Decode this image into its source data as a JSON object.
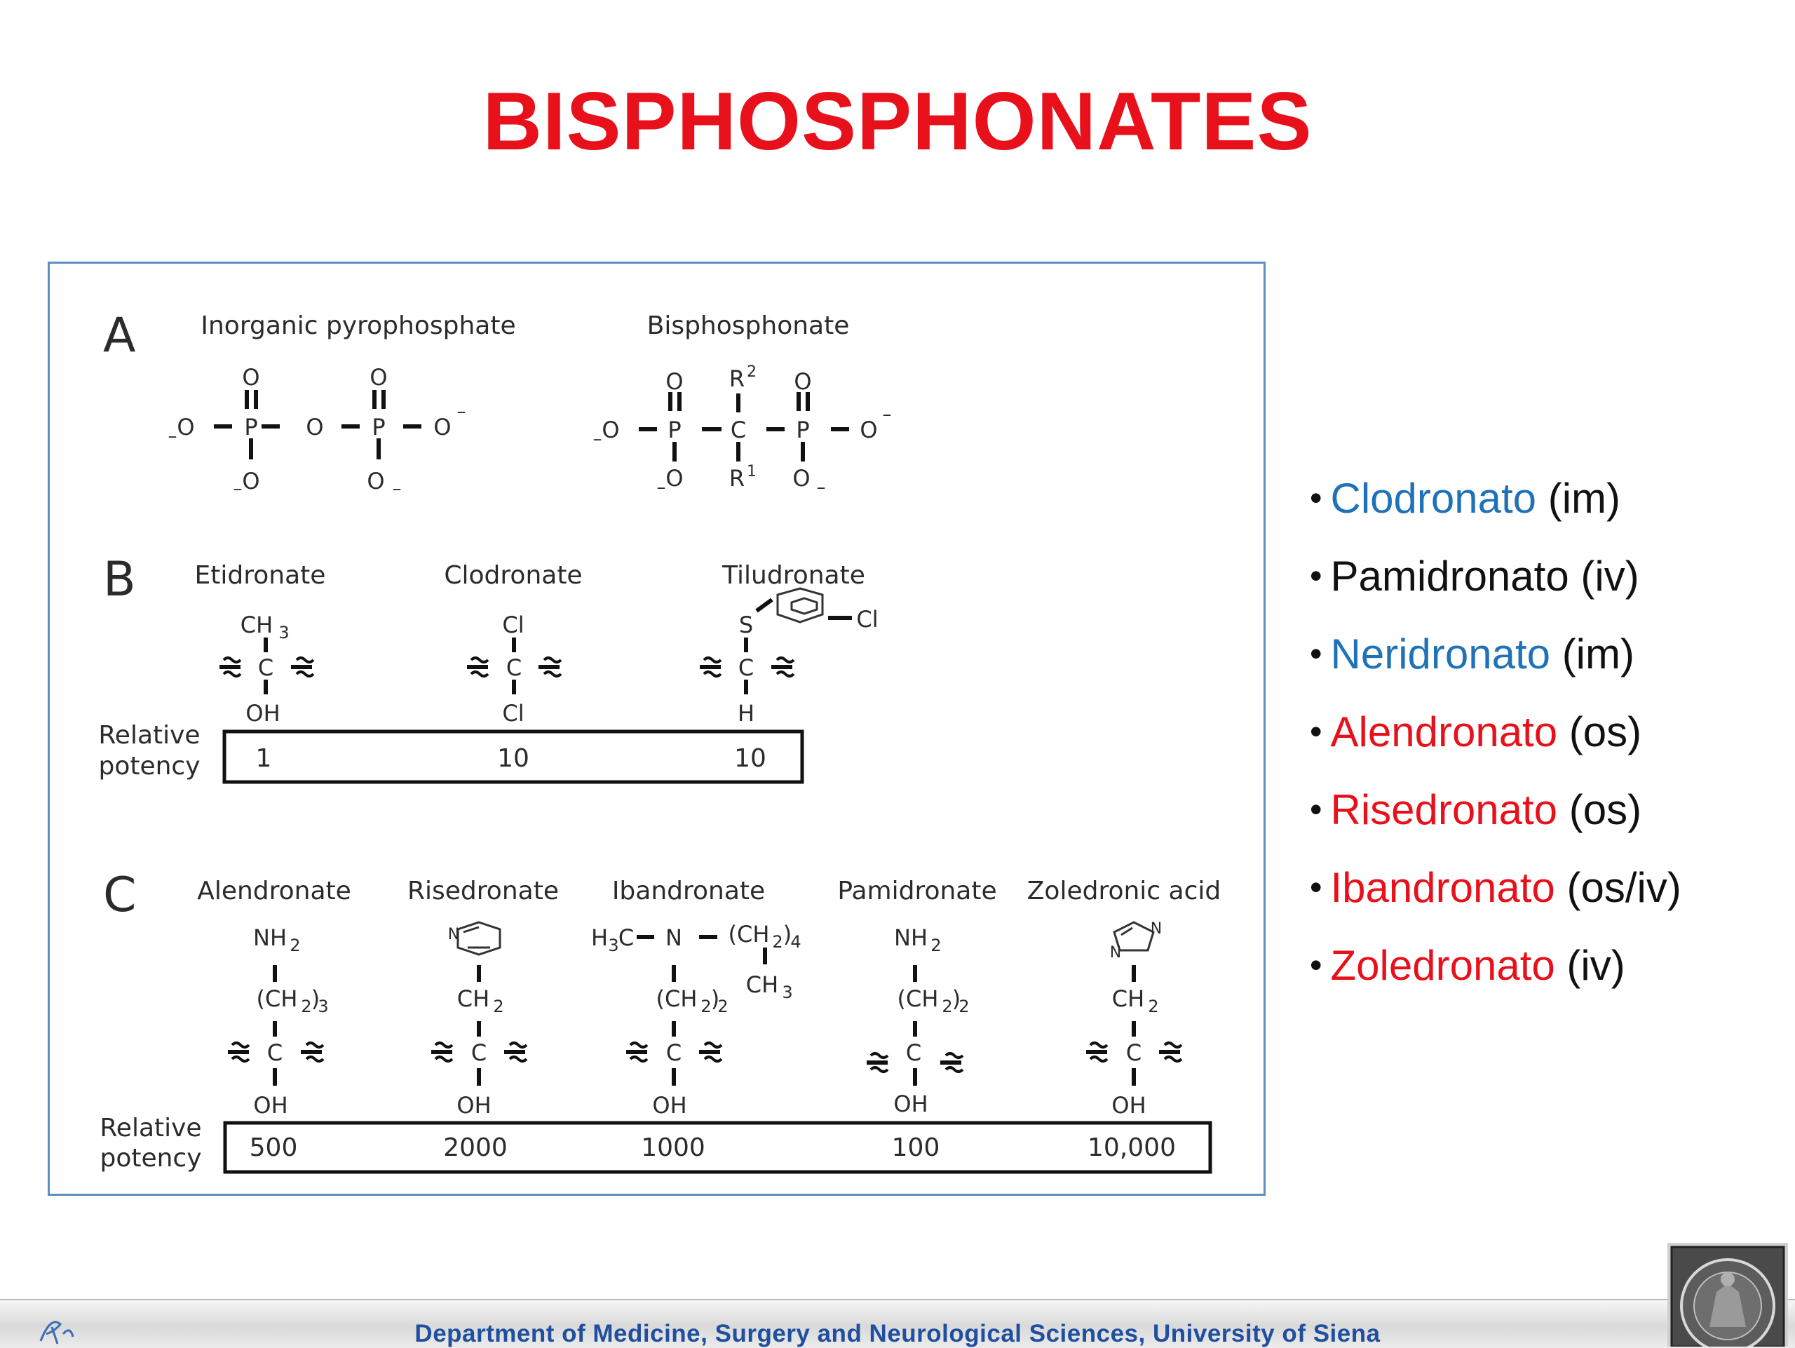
{
  "slide": {
    "title": "BISPHOSPHONATES"
  },
  "figure": {
    "panel_a": {
      "letter": "A",
      "left_title": "Inorganic pyrophosphate",
      "right_title": "Bisphosphonate"
    },
    "panel_b": {
      "letter": "B",
      "compounds": [
        "Etidronate",
        "Clodronate",
        "Tiludronate"
      ],
      "potency_label_1": "Relative",
      "potency_label_2": "potency",
      "potency": [
        "1",
        "10",
        "10"
      ]
    },
    "panel_c": {
      "letter": "C",
      "compounds": [
        "Alendronate",
        "Risedronate",
        "Ibandronate",
        "Pamidronate",
        "Zoledronic acid"
      ],
      "potency_label_1": "Relative",
      "potency_label_2": "potency",
      "potency": [
        "500",
        "2000",
        "1000",
        "100",
        "10,000"
      ]
    }
  },
  "drug_list": [
    {
      "name": "Clodronato",
      "route": "(im)",
      "color": "#1f72b8"
    },
    {
      "name": "Pamidronato",
      "route": "(iv)",
      "color": "#111111"
    },
    {
      "name": "Neridronato",
      "route": "(im)",
      "color": "#1f72b8"
    },
    {
      "name": "Alendronato",
      "route": "(os)",
      "color": "#e8101a"
    },
    {
      "name": "Risedronato",
      "route": "(os)",
      "color": "#e8101a"
    },
    {
      "name": "Ibandronato",
      "route": "(os/iv)",
      "color": "#e8101a"
    },
    {
      "name": "Zoledronato",
      "route": "(iv)",
      "color": "#e8101a"
    }
  ],
  "footer": {
    "text": "Department of Medicine, Surgery and Neurological Sciences, University of Siena"
  },
  "colors": {
    "title": "#e8101a",
    "frame_border": "#5b8fbe",
    "footer_text": "#1f4f9e"
  }
}
